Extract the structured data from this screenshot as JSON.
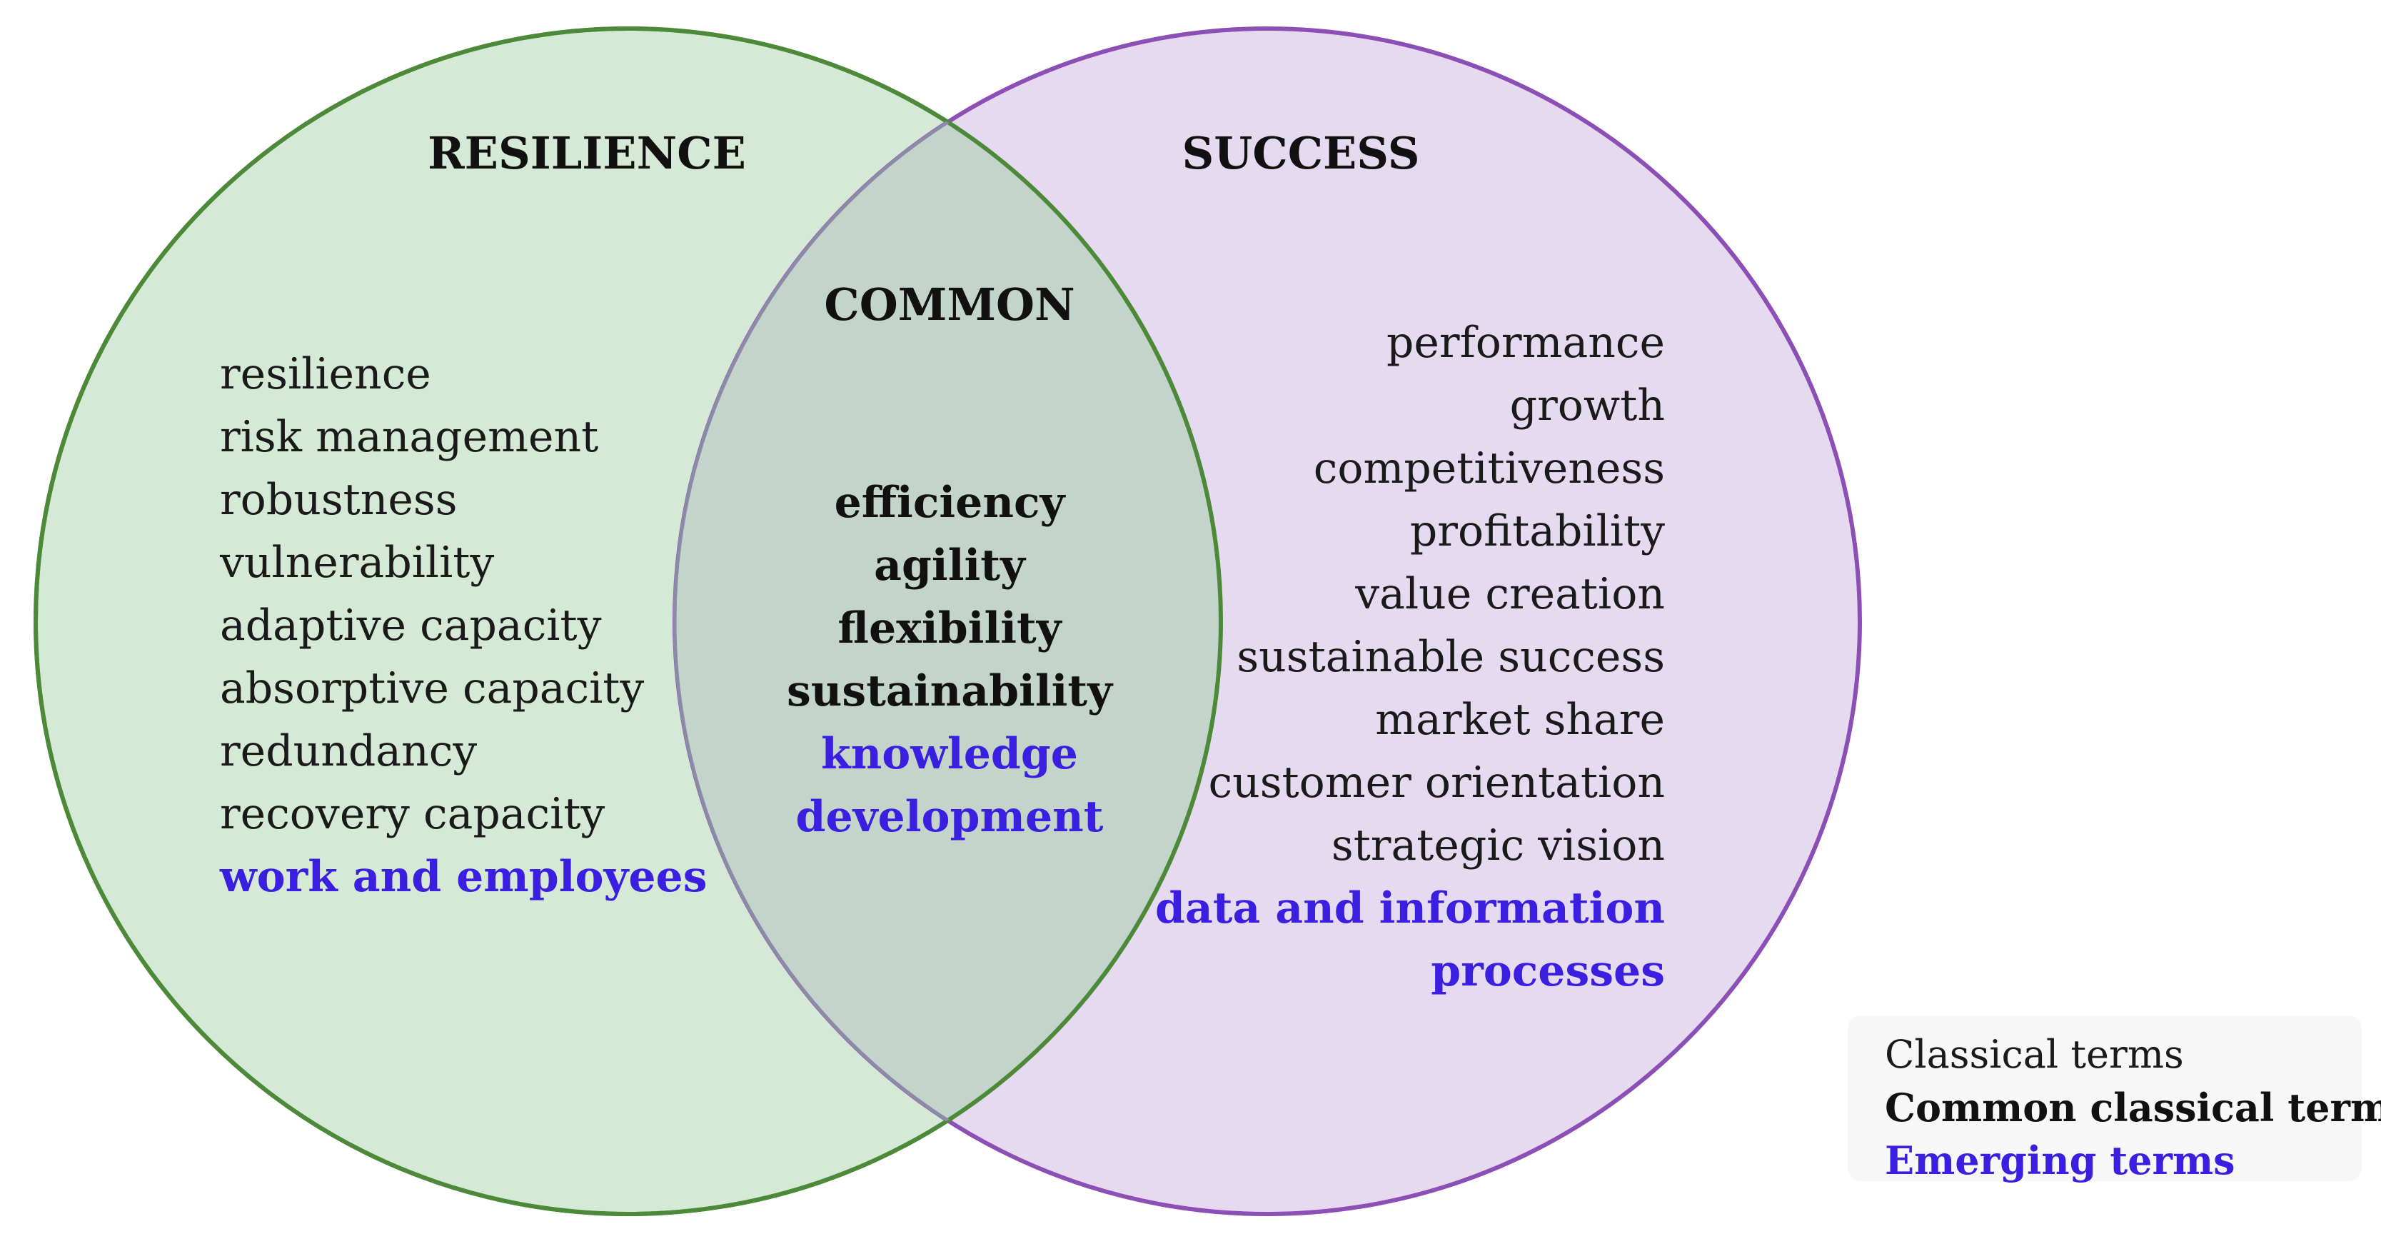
{
  "colors": {
    "resilience_fill": "#d5ead6",
    "resilience_stroke": "#4c8a3a",
    "success_fill": "#e6daf0",
    "success_stroke": "#8b4fb5",
    "overlap_fill": "#c3d5cb",
    "overlap_stroke": "#8c8aa6",
    "classical_text": "#1a1a1a",
    "common_text": "#111111",
    "emerging_text": "#3b1fe0",
    "legend_bg": "#f7f7f7"
  },
  "sets": {
    "resilience": {
      "title": "RESILIENCE",
      "terms": [
        {
          "text": "resilience",
          "kind": "classical"
        },
        {
          "text": "risk management",
          "kind": "classical"
        },
        {
          "text": "robustness",
          "kind": "classical"
        },
        {
          "text": "vulnerability",
          "kind": "classical"
        },
        {
          "text": "adaptive capacity",
          "kind": "classical"
        },
        {
          "text": "absorptive capacity",
          "kind": "classical"
        },
        {
          "text": "redundancy",
          "kind": "classical"
        },
        {
          "text": "recovery capacity",
          "kind": "classical"
        },
        {
          "text": "work and employees",
          "kind": "emerging"
        }
      ]
    },
    "common": {
      "title": "COMMON",
      "terms": [
        {
          "text": "efficiency",
          "kind": "common"
        },
        {
          "text": "agility",
          "kind": "common"
        },
        {
          "text": "flexibility",
          "kind": "common"
        },
        {
          "text": "sustainability",
          "kind": "common"
        },
        {
          "text": "knowledge",
          "kind": "emerging"
        },
        {
          "text": "development",
          "kind": "emerging"
        }
      ]
    },
    "success": {
      "title": "SUCCESS",
      "terms": [
        {
          "text": "performance",
          "kind": "classical"
        },
        {
          "text": "growth",
          "kind": "classical"
        },
        {
          "text": "competitiveness",
          "kind": "classical"
        },
        {
          "text": "profitability",
          "kind": "classical"
        },
        {
          "text": "value creation",
          "kind": "classical"
        },
        {
          "text": "sustainable success",
          "kind": "classical"
        },
        {
          "text": "market share",
          "kind": "classical"
        },
        {
          "text": "customer orientation",
          "kind": "classical"
        },
        {
          "text": "strategic vision",
          "kind": "classical"
        },
        {
          "text": "data and information",
          "kind": "emerging"
        },
        {
          "text": "processes",
          "kind": "emerging"
        }
      ]
    }
  },
  "legend": {
    "items": [
      {
        "text": "Classical terms",
        "kind": "classical"
      },
      {
        "text": "Common classical terms",
        "kind": "common"
      },
      {
        "text": "Emerging terms",
        "kind": "emerging"
      }
    ]
  }
}
